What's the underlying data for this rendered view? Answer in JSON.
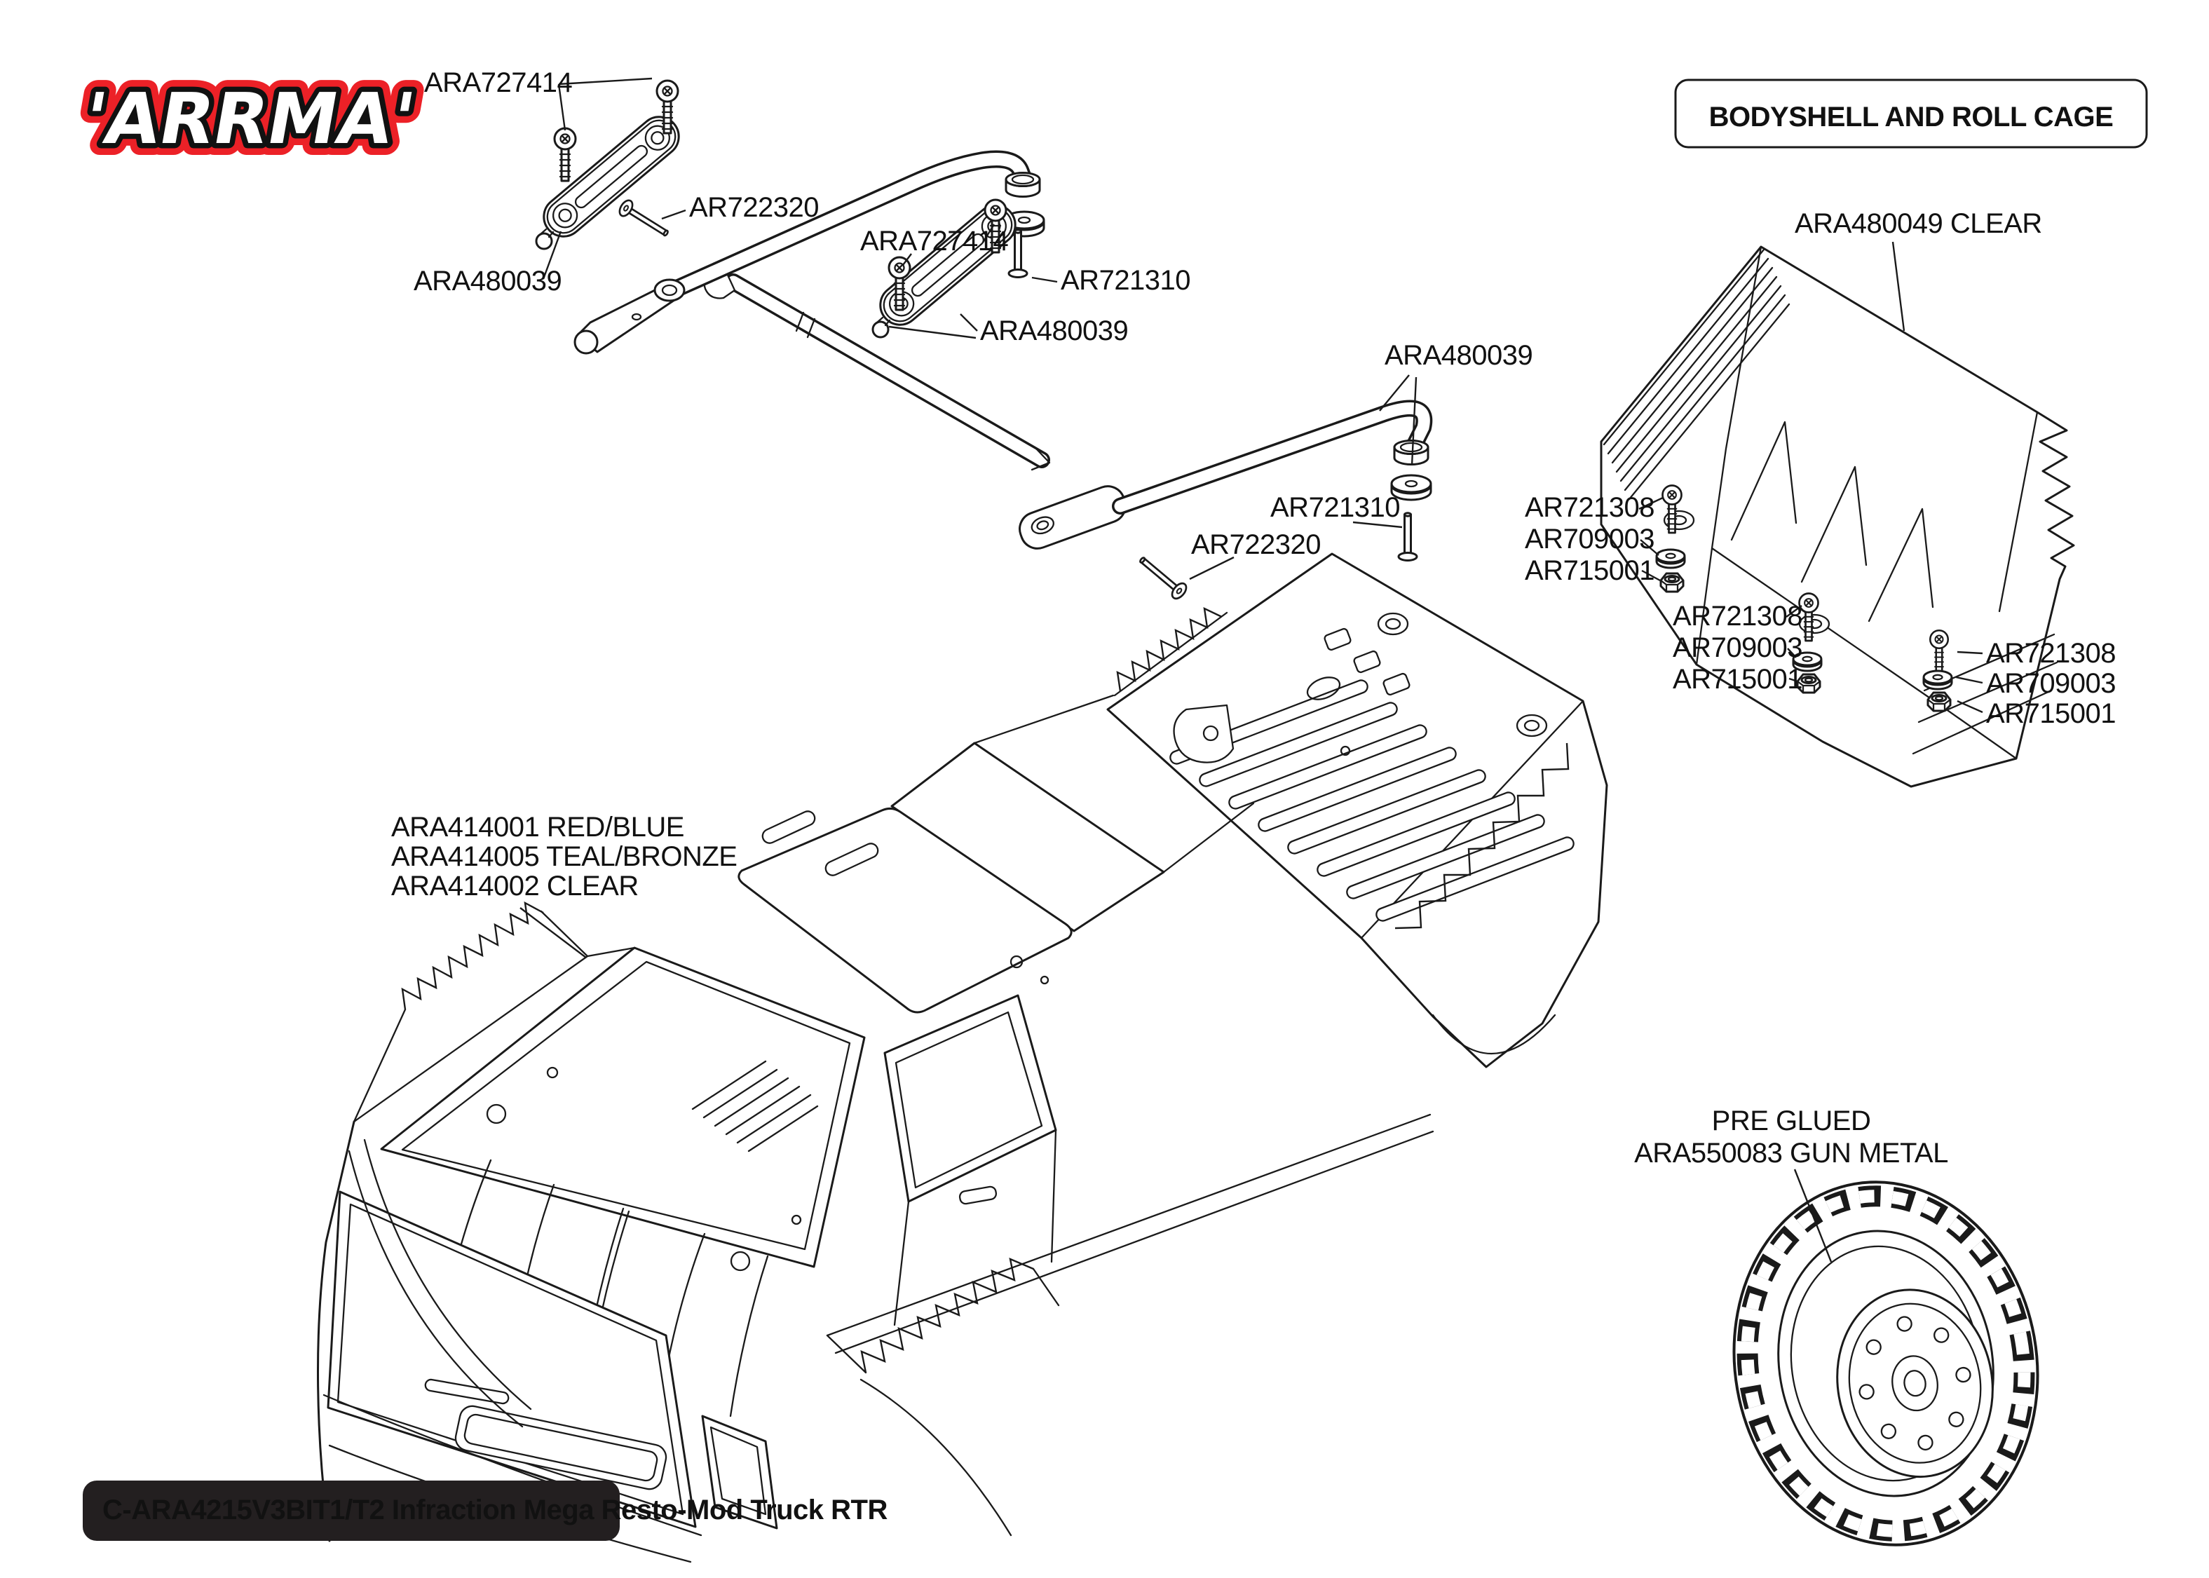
{
  "header": {
    "logo_text": "'ARRMA'",
    "title": "BODYSHELL AND ROLL CAGE"
  },
  "footer": {
    "text": "C-ARA4215V3BIT1/T2 Infraction Mega Resto-Mod Truck RTR"
  },
  "colors": {
    "ink": "#1a1a1a",
    "logo_red": "#ec2127",
    "footer_bg": "#231f20",
    "footer_text": "#ffffff",
    "paper": "#ffffff"
  },
  "callouts": [
    {
      "id": "rollcage-screws-front",
      "part": "ARA727414"
    },
    {
      "id": "hinge-pin-front",
      "part": "AR722320"
    },
    {
      "id": "link-bar-front",
      "part": "ARA480039"
    },
    {
      "id": "rollcage-screws-mid",
      "part": "ARA727414"
    },
    {
      "id": "body-pin-mid",
      "part": "AR721310"
    },
    {
      "id": "link-bar-mid",
      "part": "ARA480039"
    },
    {
      "id": "grommet-washer-rear",
      "part": "ARA480039"
    },
    {
      "id": "body-pin-rear",
      "part": "AR721310"
    },
    {
      "id": "hinge-pin-rear",
      "part": "AR722320"
    },
    {
      "id": "wing",
      "part": "ARA480049 CLEAR"
    }
  ],
  "fastener_groups": [
    {
      "id": "wing-mount-1",
      "parts": [
        "AR721308",
        "AR709003",
        "AR715001"
      ]
    },
    {
      "id": "wing-mount-2",
      "parts": [
        "AR721308",
        "AR709003",
        "AR715001"
      ]
    },
    {
      "id": "wing-mount-3",
      "parts": [
        "AR721308",
        "AR709003",
        "AR715001"
      ]
    }
  ],
  "bodyshell_options": [
    "ARA414001 RED/BLUE",
    "ARA414005 TEAL/BRONZE",
    "ARA414002 CLEAR"
  ],
  "wheel_label": {
    "line1": "PRE GLUED",
    "line2": "ARA550083 GUN METAL"
  }
}
